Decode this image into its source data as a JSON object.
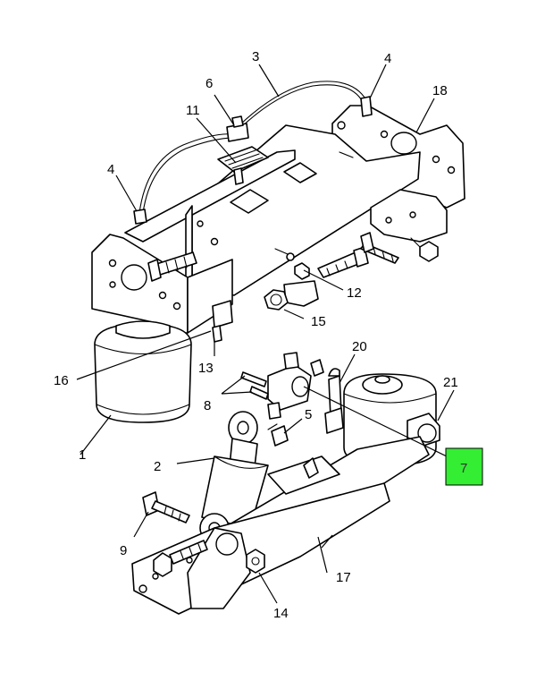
{
  "diagram": {
    "highlight_color": "#33ee33",
    "callouts": [
      {
        "id": "c1",
        "label": "1"
      },
      {
        "id": "c2",
        "label": "2"
      },
      {
        "id": "c3",
        "label": "3"
      },
      {
        "id": "c4a",
        "label": "4"
      },
      {
        "id": "c4b",
        "label": "4"
      },
      {
        "id": "c5",
        "label": "5"
      },
      {
        "id": "c6",
        "label": "6"
      },
      {
        "id": "c7",
        "label": "7"
      },
      {
        "id": "c8",
        "label": "8"
      },
      {
        "id": "c9",
        "label": "9"
      },
      {
        "id": "c11",
        "label": "11"
      },
      {
        "id": "c12",
        "label": "12"
      },
      {
        "id": "c13",
        "label": "13"
      },
      {
        "id": "c14",
        "label": "14"
      },
      {
        "id": "c15",
        "label": "15"
      },
      {
        "id": "c16",
        "label": "16"
      },
      {
        "id": "c17",
        "label": "17"
      },
      {
        "id": "c18",
        "label": "18"
      },
      {
        "id": "c20",
        "label": "20"
      },
      {
        "id": "c21",
        "label": "21"
      }
    ]
  }
}
